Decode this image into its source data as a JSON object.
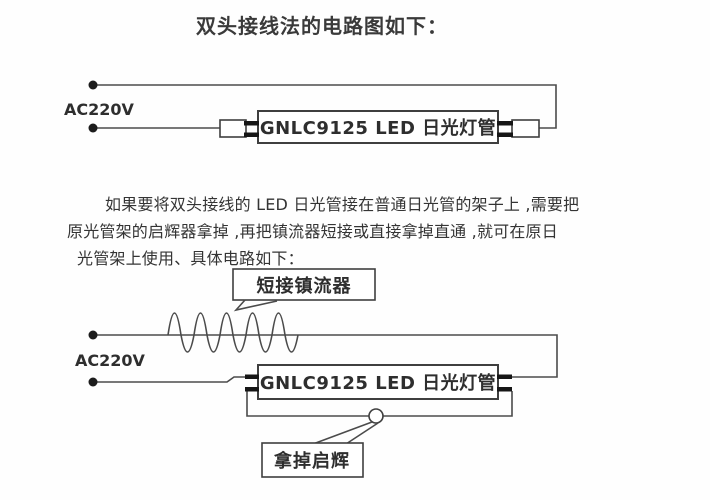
{
  "page": {
    "title": "双头接线法的电路图如下：",
    "paragraph": {
      "line1": "如果要将双头接线的 LED 日光管接在普通日光管的架子上 ,需要把",
      "line2": "原光管架的启辉器拿掉 ,再把镇流器短接或直接拿掉直通 ,就可在原日",
      "line3": "光管架上使用、具体电路如下："
    }
  },
  "top_circuit": {
    "source_label": "AC220V",
    "tube_label": "GNLC9125   LED 日光灯管"
  },
  "bottom_circuit": {
    "source_label": "AC220V",
    "tube_label": "GNLC9125   LED 日光灯管",
    "ballast_callout": "短接镇流器",
    "starter_callout": "拿掉启辉"
  },
  "colors": {
    "wire": "#4b4b4b",
    "ink": "#333333",
    "background": "#fefefe"
  }
}
